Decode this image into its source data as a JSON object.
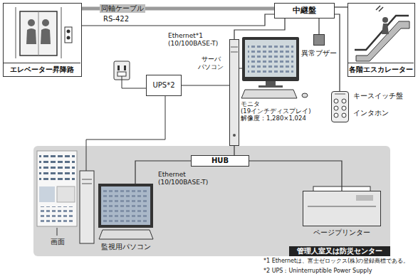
{
  "diagram": {
    "nodes": [
      {
        "text": [
          "エレベーター昇降路"
        ]
      },
      {
        "text": [
          "中継盤"
        ]
      },
      {
        "text": [
          "各階エスカレーター"
        ]
      },
      {
        "text": [
          "サーバ パソコン"
        ]
      },
      {
        "text": [
          "UPS*2"
        ]
      },
      {
        "text": [
          "異常ブザー"
        ]
      },
      {
        "text": [
          "キースイッチ盤",
          "インタホン"
        ]
      },
      {
        "text": [
          "管理人室又は防災センター"
        ]
      },
      {
        "text": [
          "HUB"
        ],
        "in": 7
      },
      {
        "text": [
          "監視用パソコン"
        ],
        "in": 7
      },
      {
        "text": [
          "ページプリンター"
        ],
        "in": 7
      }
    ],
    "edges": [
      {
        "from": 0,
        "to": 1,
        "arrow": "none",
        "label": "同軸ケーブル"
      },
      {
        "from": 0,
        "to": 1,
        "arrow": "none",
        "label": "RS-422"
      },
      {
        "from": 1,
        "to": 2,
        "arrow": "none"
      },
      {
        "from": 1,
        "to": 5,
        "arrow": "none"
      },
      {
        "from": 1,
        "to": 6,
        "arrow": "none"
      },
      {
        "from": 1,
        "to": 3,
        "arrow": "none"
      },
      {
        "from": 4,
        "to": 3,
        "arrow": "none"
      },
      {
        "from": 3,
        "to": 8,
        "arrow": "none"
      },
      {
        "from": 8,
        "to": 9,
        "arrow": "none"
      },
      {
        "from": 8,
        "to": 10,
        "arrow": "none"
      }
    ],
    "labels": [
      "Ethernet*1 (10/100BASE-T)",
      "モニタ(19インチディスプレイ) 解像度：1,280×1,024",
      "Ethernet (10/100BASE-T)",
      "画面",
      "*1 Ethernetは、富士ゼロックス(株)の登録商標である。",
      "*2 UPS：Uninterruptible Power Supply"
    ]
  }
}
